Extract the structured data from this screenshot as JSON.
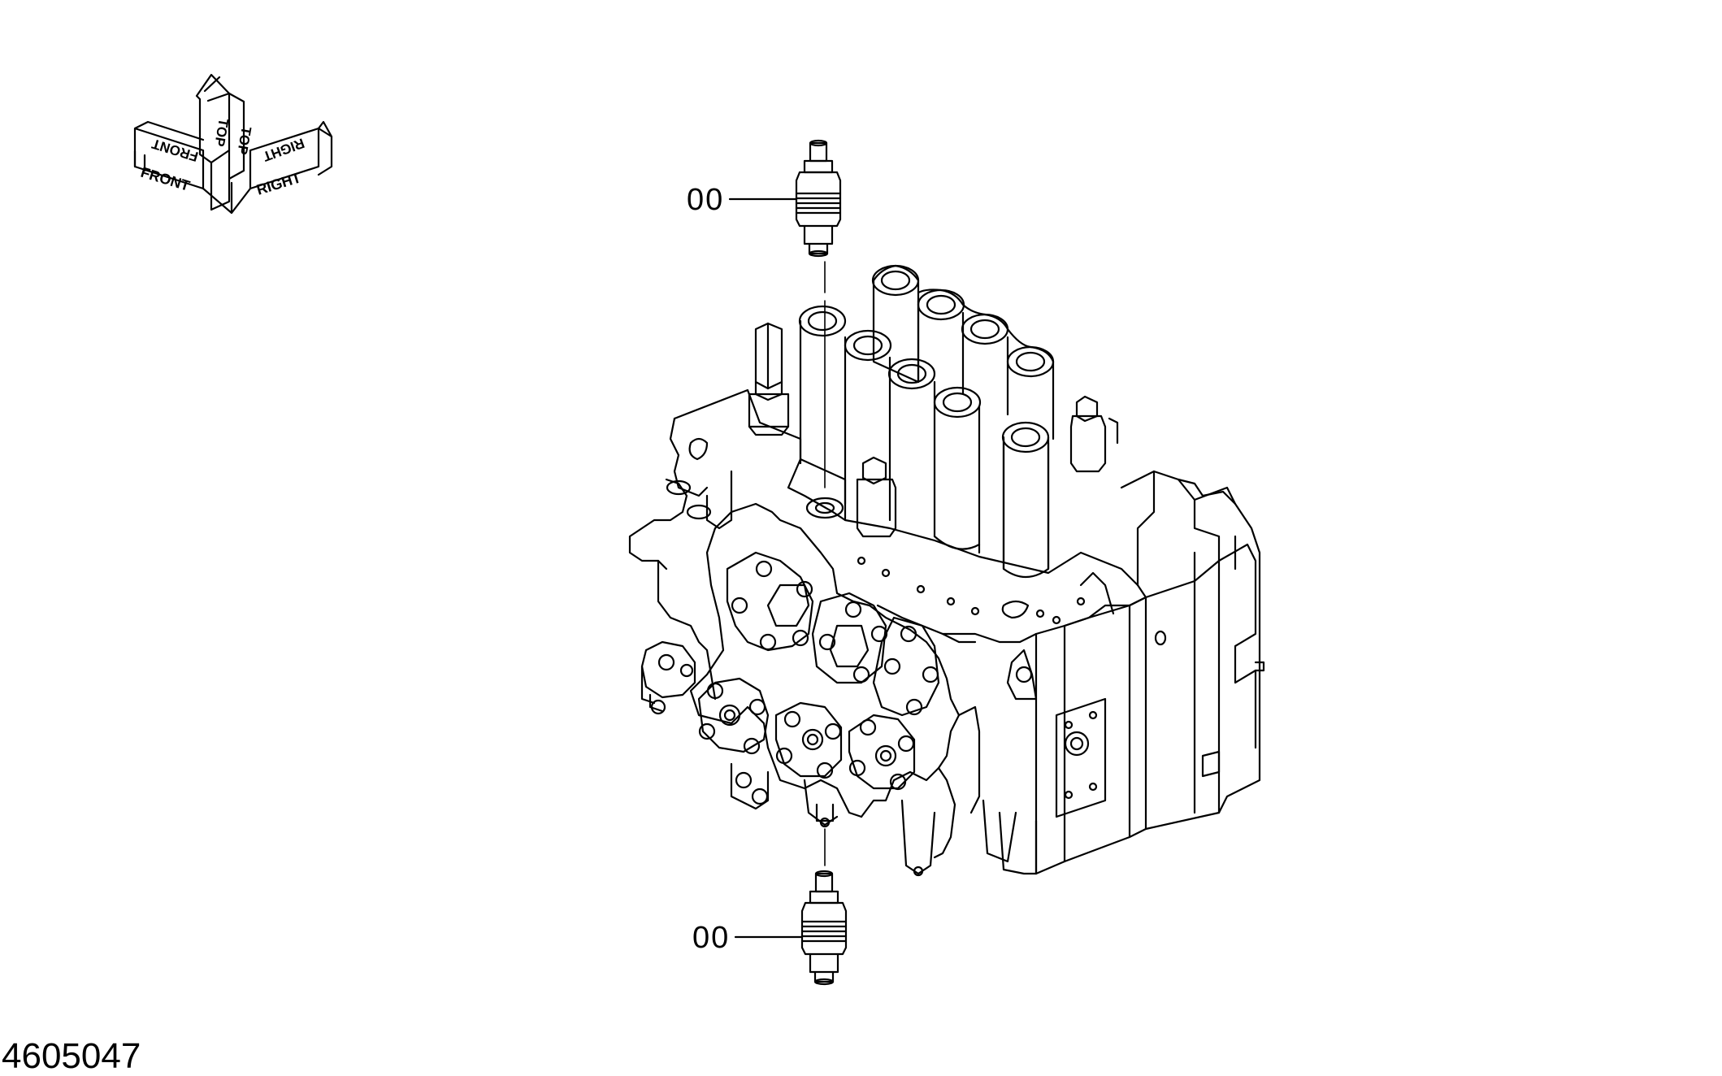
{
  "orientation": {
    "front": "FRONT",
    "top": "TOP",
    "right": "RIGHT"
  },
  "callouts": [
    {
      "label": "00"
    },
    {
      "label": "00"
    }
  ],
  "figure_number": "4605047",
  "colors": {
    "line": "#000000",
    "background": "#ffffff"
  }
}
